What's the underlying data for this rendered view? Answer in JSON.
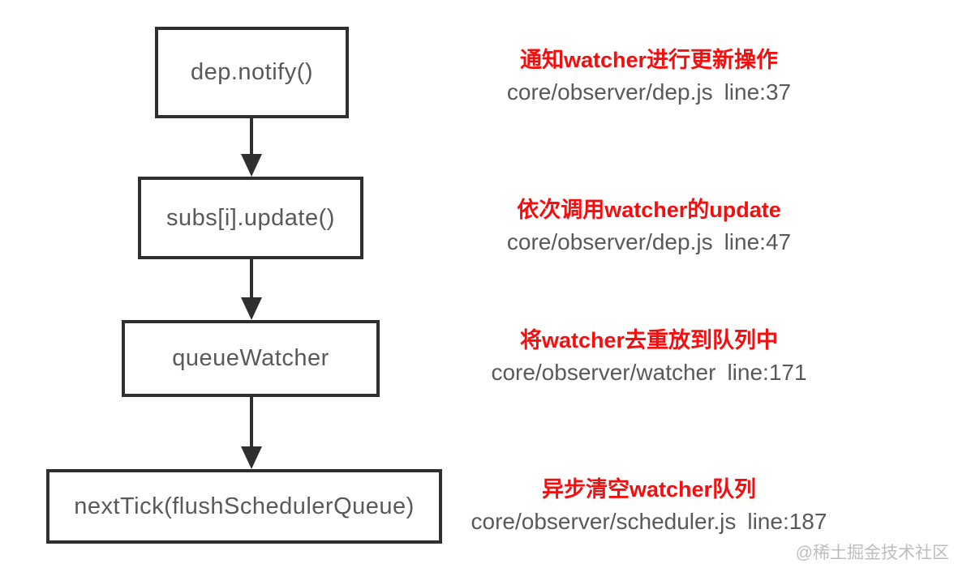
{
  "colors": {
    "background": "#ffffff",
    "box_border": "#2f2f2f",
    "box_text": "#595959",
    "annotation_red": "#f70d0d",
    "path_text": "#595959",
    "watermark_gray": "#bdbdbd"
  },
  "flowchart": {
    "type": "vertical-flow",
    "nodes": [
      {
        "label": "dep.notify()"
      },
      {
        "label": "subs[i].update()"
      },
      {
        "label": "queueWatcher"
      },
      {
        "label": "nextTick(flushSchedulerQueue)"
      }
    ],
    "edges": [
      {
        "from": 0,
        "to": 1,
        "style": "down-arrow"
      },
      {
        "from": 1,
        "to": 2,
        "style": "down-arrow"
      },
      {
        "from": 2,
        "to": 3,
        "style": "down-arrow"
      }
    ]
  },
  "annotations": [
    {
      "title": "通知watcher进行更新操作",
      "file": "core/observer/dep.js",
      "line": "line:37"
    },
    {
      "title": "依次调用watcher的update",
      "file": "core/observer/dep.js",
      "line": "line:47"
    },
    {
      "title": "将watcher去重放到队列中",
      "file": "core/observer/watcher",
      "line": "line:171"
    },
    {
      "title": "异步清空watcher队列",
      "file": "core/observer/scheduler.js",
      "line": "line:187"
    }
  ],
  "watermark": "@稀土掘金技术社区"
}
